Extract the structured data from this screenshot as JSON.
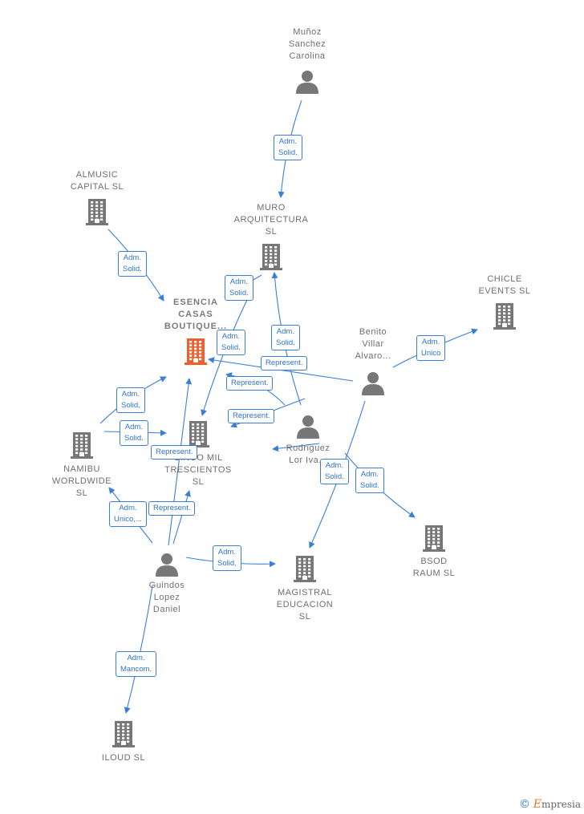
{
  "nodes": {
    "munoz": {
      "label": [
        "Muñoz",
        "Sanchez",
        "Carolina"
      ],
      "type": "person"
    },
    "almusic": {
      "label": [
        "ALMUSIC",
        "CAPITAL  SL"
      ],
      "type": "company"
    },
    "muro": {
      "label": [
        "MURO",
        "ARQUITECTURA",
        "SL"
      ],
      "type": "company"
    },
    "chicle": {
      "label": [
        "CHICLE",
        "EVENTS  SL"
      ],
      "type": "company"
    },
    "esencia": {
      "label": [
        "ESENCIA",
        "CASAS",
        "BOUTIQUE..."
      ],
      "type": "company",
      "highlight": true
    },
    "benito": {
      "label": [
        "Benito",
        "Villar",
        "Alvaro..."
      ],
      "type": "person"
    },
    "rodriguez": {
      "label": [
        "Rodriguez",
        "Lor Iva..."
      ],
      "type": "person"
    },
    "namibu": {
      "label": [
        "NAMIBU",
        "WORLDWIDE",
        "SL"
      ],
      "type": "company"
    },
    "cincomil": {
      "label": [
        "CINCO MIL",
        "TRESCIENTOS",
        "SL"
      ],
      "type": "company"
    },
    "bsod": {
      "label": [
        "BSOD",
        "RAUM  SL"
      ],
      "type": "company"
    },
    "guindos": {
      "label": [
        "Guindos",
        "Lopez",
        "Daniel"
      ],
      "type": "person"
    },
    "magistral": {
      "label": [
        "MAGISTRAL",
        "EDUCACION",
        "SL"
      ],
      "type": "company"
    },
    "iloud": {
      "label": [
        "ILOUD  SL"
      ],
      "type": "company"
    }
  },
  "edge_labels": [
    [
      "Adm.",
      "Solid."
    ],
    [
      "Adm.",
      "Solid."
    ],
    [
      "Adm.",
      "Solid."
    ],
    [
      "Adm.",
      "Solid."
    ],
    [
      "Adm.",
      "Solid."
    ],
    [
      "Adm.",
      "Unico"
    ],
    [
      "Represent."
    ],
    [
      "Represent."
    ],
    [
      "Represent."
    ],
    [
      "Adm.",
      "Solid."
    ],
    [
      "Adm.",
      "Solid."
    ],
    [
      "Represent."
    ],
    [
      "Adm.",
      "Solid."
    ],
    [
      "Adm.",
      "Solid."
    ],
    [
      "Adm.",
      "Unico,..."
    ],
    [
      "Represent."
    ],
    [
      "Adm.",
      "Solid."
    ],
    [
      "Adm.",
      "Mancom."
    ]
  ],
  "colors": {
    "edge": "#3a7fd5",
    "icon": "#777777",
    "highlight": "#f0602e"
  },
  "watermark": {
    "symbol": "©",
    "brand_initial": "E",
    "brand_rest": "mpresia"
  }
}
